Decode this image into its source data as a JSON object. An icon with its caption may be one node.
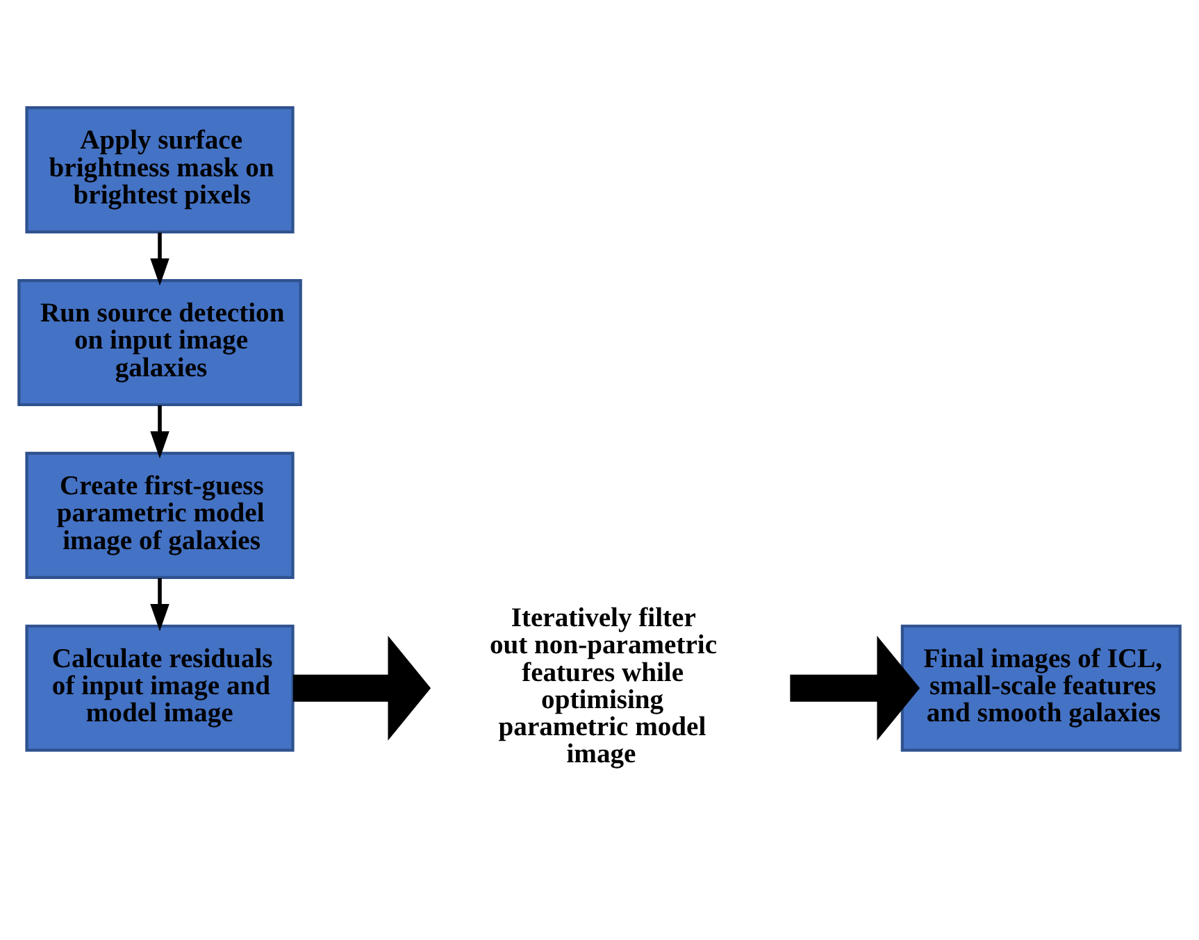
{
  "diagram": {
    "nodes": [
      {
        "text": [
          "Apply surface brightness mask on brightest pixels"
        ]
      },
      {
        "text": [
          "Run source detection on input image galaxies"
        ]
      },
      {
        "text": [
          "Create first-guess parametric model image of galaxies"
        ]
      },
      {
        "text": [
          "Calculate residuals of input image and model image"
        ]
      },
      {
        "text": [
          "Iteratively filter out non-parametric features while optimising parametric model image"
        ]
      },
      {
        "text": [
          "Final images of ICL, small-scale features and smooth galaxies"
        ]
      }
    ],
    "edges": [
      {
        "from": 0,
        "to": 1,
        "arrow": "to"
      },
      {
        "from": 1,
        "to": 2,
        "arrow": "to"
      },
      {
        "from": 2,
        "to": 3,
        "arrow": "to"
      },
      {
        "from": 3,
        "to": 4,
        "arrow": "to",
        "style": "thick"
      },
      {
        "from": 4,
        "to": 5,
        "arrow": "to",
        "style": "thick"
      }
    ]
  }
}
